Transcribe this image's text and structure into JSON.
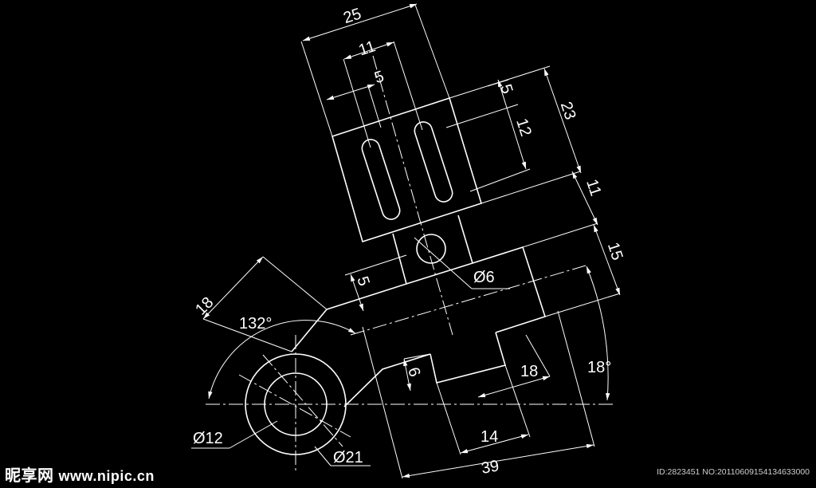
{
  "dimensions": {
    "top_width": "25",
    "slot_span": "11",
    "slot_offset": "5",
    "slot_top": "5",
    "slot_length": "12",
    "block_height": "23",
    "neck_height": "11",
    "arm_height": "15",
    "stub_height": "5",
    "arm_width": "18",
    "hole_dia": "Ø6",
    "angle_arm": "132°",
    "angle_tilt": "18°",
    "tab_height": "6",
    "tab_offset": "18",
    "tab_width": "14",
    "total_length": "39",
    "inner_dia": "Ø12",
    "outer_dia": "Ø21"
  },
  "watermark": {
    "brand_cn": "昵享网",
    "brand_url": "www.nipic.cn",
    "image_id": "ID:2823451 NO:20110609154134633000"
  }
}
